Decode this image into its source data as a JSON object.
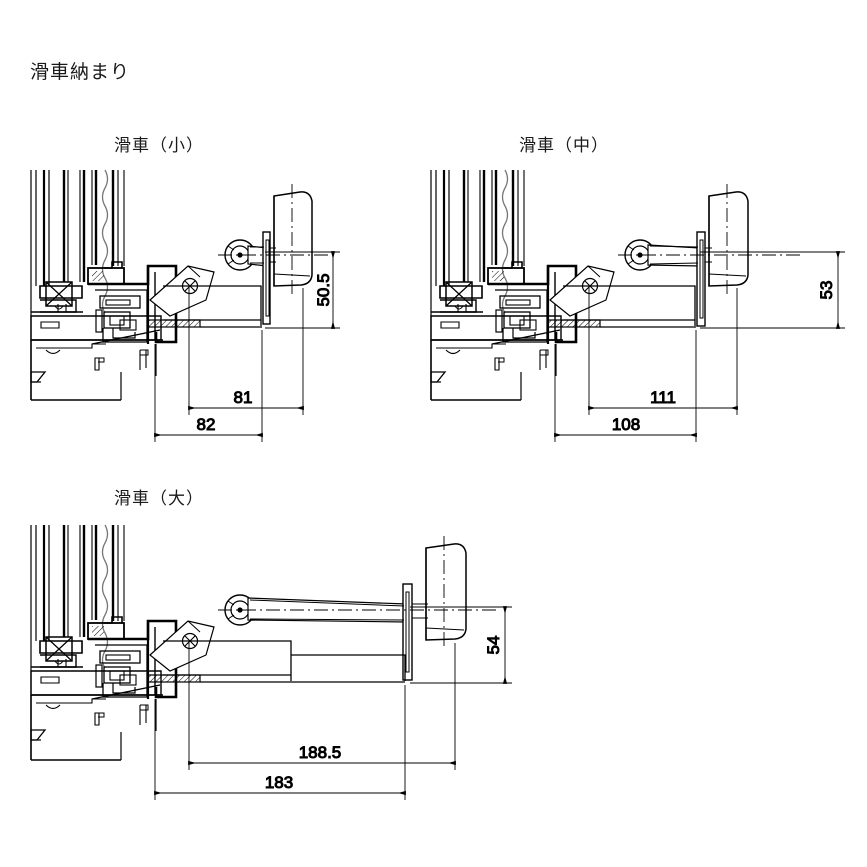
{
  "title": "滑車納まり",
  "figures": [
    {
      "id": "pulley-small",
      "caption": "滑車（小）",
      "dimensions": {
        "vertical": "50.5",
        "upper_horizontal": "81",
        "lower_horizontal": "82"
      }
    },
    {
      "id": "pulley-medium",
      "caption": "滑車（中）",
      "dimensions": {
        "vertical": "53",
        "upper_horizontal": "111",
        "lower_horizontal": "108"
      }
    },
    {
      "id": "pulley-large",
      "caption": "滑車（大）",
      "dimensions": {
        "vertical": "54",
        "upper_horizontal": "188.5",
        "lower_horizontal": "183"
      }
    }
  ],
  "colors": {
    "line": "#000000",
    "background": "#ffffff",
    "text": "#1a1a1a",
    "hatch": "#555555"
  }
}
